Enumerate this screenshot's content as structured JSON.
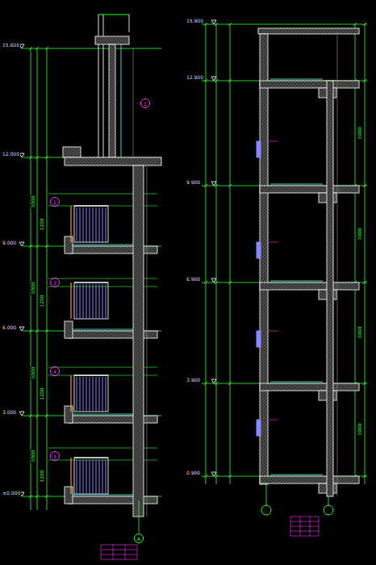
{
  "diagram": {
    "nodes": [
      {
        "text": [
          "1"
        ]
      },
      {
        "text": [
          "2"
        ]
      },
      {
        "text": [
          "3"
        ]
      },
      {
        "text": [
          "4"
        ]
      },
      {
        "text": [
          "5"
        ]
      },
      {
        "text": [
          "A"
        ]
      }
    ],
    "labels": [
      "15.600",
      "12.000",
      "9.000",
      "6.000",
      "3.000",
      "±0.000",
      "15.900",
      "12.900",
      "9.900",
      "6.900",
      "3.900",
      "0.900",
      "3000",
      "3000",
      "3000",
      "3000",
      "3000",
      "3000",
      "3000",
      "3000",
      "1200",
      "1200",
      "1200",
      "1200"
    ]
  }
}
